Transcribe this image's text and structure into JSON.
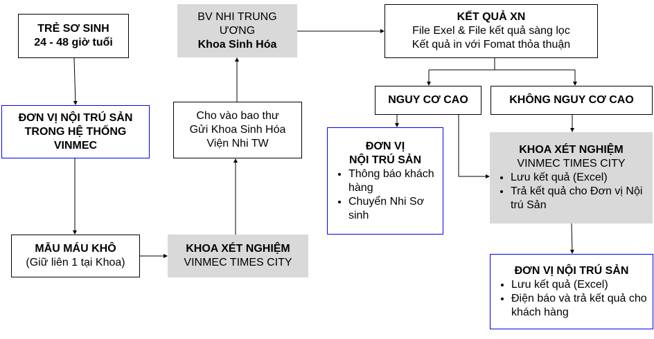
{
  "nodes": {
    "newborn": {
      "line1": "TRẺ SƠ SINH",
      "line2": "24 - 48 giờ tuổi"
    },
    "maternity_unit_system": {
      "line1": "ĐƠN VỊ NỘI TRÚ SẢN",
      "line2": "TRONG HỆ THỐNG",
      "line3": "VINMEC"
    },
    "dried_blood": {
      "title": "MẪU MÁU KHÔ",
      "subtitle": "(Giữ liên 1 tại Khoa)"
    },
    "lab_left": {
      "title": "KHOA XÉT NGHIỆM",
      "subtitle": "VINMEC TIMES CITY"
    },
    "envelope": {
      "line1": "Cho vào bao thư",
      "line2": "Gửi Khoa Sinh Hóa",
      "line3": "Viện Nhi TW"
    },
    "nhp": {
      "line1": "BV NHI TRUNG",
      "line2": "ƯƠNG",
      "line3": "Khoa Sinh Hóa"
    },
    "results": {
      "title": "KẾT QUẢ XN",
      "line1": "File Exel & File kết quả sàng lọc",
      "line2": "Kết quả in với Fomat thỏa thuận"
    },
    "high_risk": {
      "title": "NGUY CƠ CAO"
    },
    "not_high_risk": {
      "title": "KHÔNG NGUY CƠ CAO"
    },
    "maternity_high": {
      "line1": "ĐƠN VỊ",
      "line2": "NỘI TRÚ SẢN",
      "items": [
        "Thông báo khách hàng",
        "Chuyển Nhi Sơ sinh"
      ]
    },
    "lab_right": {
      "title": "KHOA XÉT NGHIỆM",
      "subtitle": "VINMEC TIMES CITY",
      "items": [
        "Lưu kết quả (Excel)",
        "Trả kết quả cho Đơn vị Nội trú Sản"
      ]
    },
    "maternity_final": {
      "title": "ĐƠN VỊ NỘI TRÚ SẢN",
      "items": [
        "Lưu kết quả (Excel)",
        "Điện báo và trả kết quả cho khách hàng"
      ]
    }
  },
  "colors": {
    "gray_fill": "#d9d9d9",
    "blue_border": "#0000ee",
    "black": "#000000"
  }
}
